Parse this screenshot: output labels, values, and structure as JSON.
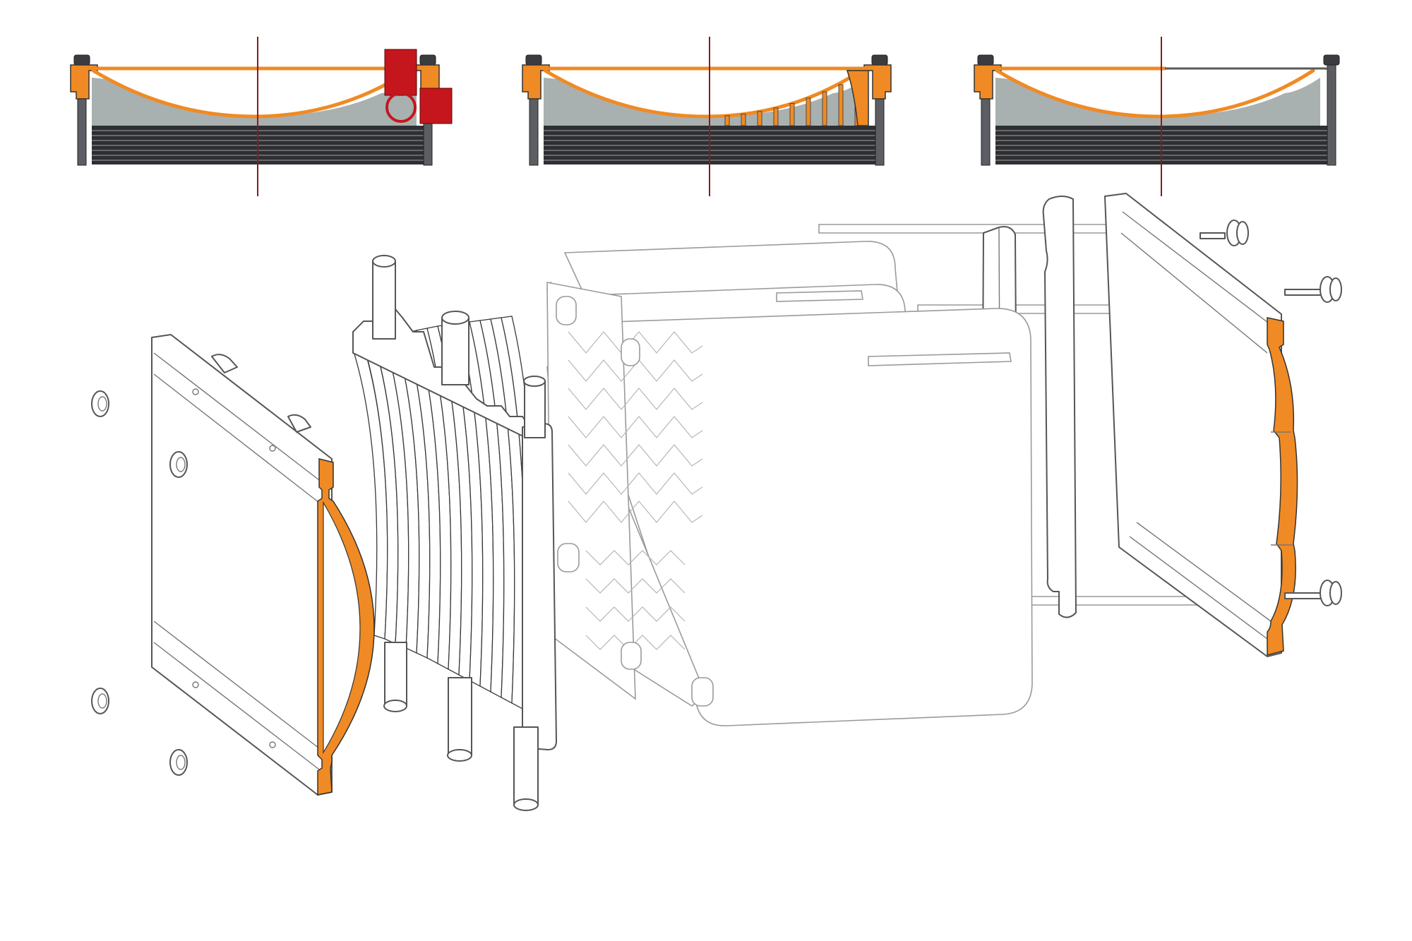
{
  "colors": {
    "accent_orange": "#f08a24",
    "cross_section_gray": "#a9b0b0",
    "plate_stack_dark": "#2e2f33",
    "tie_rod_gray": "#5c5e63",
    "centerline_red": "#8b1a1a",
    "valve_red": "#c4161c",
    "outline": "#555555",
    "outline_faint": "#9a9a9a"
  },
  "panels": [
    {
      "id": "panel-1",
      "variant": "with-valve"
    },
    {
      "id": "panel-2",
      "variant": "with-ribs"
    },
    {
      "id": "panel-3",
      "variant": "curved-plate"
    }
  ],
  "exploded_view": {
    "components": [
      "fixed-frame-plate",
      "curved-plate-pack",
      "port-pipes",
      "heat-transfer-plates",
      "carrying-bars",
      "support-column",
      "pressure-plate",
      "tightening-bolts",
      "nuts"
    ]
  }
}
